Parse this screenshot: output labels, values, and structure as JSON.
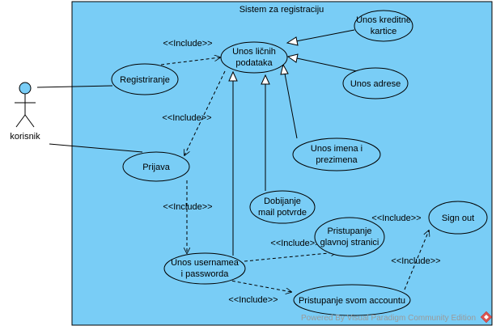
{
  "system": {
    "title": "Sistem za registraciju",
    "background": "#79cdf6"
  },
  "actor": {
    "name": "korisnik"
  },
  "use_cases": {
    "unos_kreditne_kartice": [
      "Unos kreditne",
      "kartice"
    ],
    "unos_licnih_podataka": [
      "Unos ličnih",
      "podataka"
    ],
    "registriranje": [
      "Registriranje"
    ],
    "unos_adrese": [
      "Unos adrese"
    ],
    "prijava": [
      "Prijava"
    ],
    "unos_imena": [
      "Unos imena i",
      "prezimena"
    ],
    "dobijanje_mail": [
      "Dobijanje",
      "mail potvrde"
    ],
    "sign_out": [
      "Sign out"
    ],
    "pristupanje_glavnoj": [
      "Pristupanje",
      "glavnoj stranici"
    ],
    "unos_username": [
      "Unos usernamea",
      "i passworda"
    ],
    "pristupanje_accountu": [
      "Pristupanje svom accountu"
    ]
  },
  "include_label": "<<Include>>",
  "watermark": "Powered By Visual Paradigm Community Edition"
}
